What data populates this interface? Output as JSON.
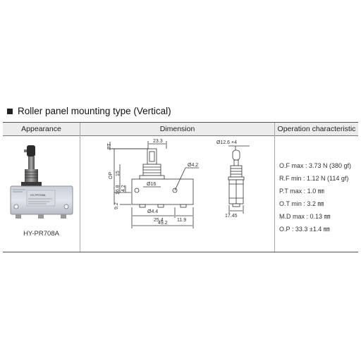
{
  "section": {
    "title": "Roller panel mounting type (Vertical)"
  },
  "table": {
    "headers": {
      "appearance": "Appearance",
      "dimension": "Dimension",
      "operation": "Operation characteristic"
    },
    "model_name": "HY-PR708A",
    "product_label": "HY-PR708A",
    "dimensions": {
      "pt": "PT",
      "op": "OP",
      "d_23_3": "23.3",
      "d_15": "15",
      "d_16_8": "16.8",
      "d_4_2_v": "4.2",
      "d_9_2": "9.2",
      "d_phi4_2": "Ø4.2",
      "d_phi16": "Ø16",
      "d_phi4_4": "Ø4.4",
      "d_25_4": "25.4",
      "d_11_9": "11.9",
      "d_49_2": "49.2",
      "d_phi12_6": "Ø12.6 ×4",
      "d_17_45": "17.45"
    },
    "characteristics": [
      "O.F max : 3.73 N (380 gf)",
      "R.F min : 1.12 N (114 gf)",
      "P.T max : 1.0 ㎜",
      "O.T min : 3.2 ㎜",
      "M.D max : 0.13 ㎜",
      "O.P : 33.3 ±1.4 ㎜"
    ]
  }
}
